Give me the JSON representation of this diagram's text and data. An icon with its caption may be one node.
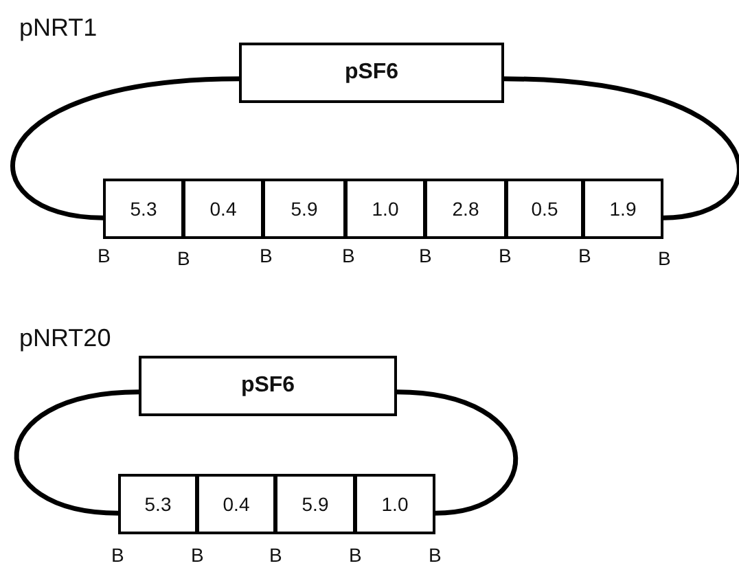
{
  "diagram": {
    "nodes": [
      {
        "text": [
          "pSF6"
        ]
      },
      {
        "text": [
          "5.3"
        ]
      },
      {
        "text": [
          "0.4"
        ]
      },
      {
        "text": [
          "5.9"
        ]
      },
      {
        "text": [
          "1.0"
        ]
      },
      {
        "text": [
          "2.8"
        ]
      },
      {
        "text": [
          "0.5"
        ]
      },
      {
        "text": [
          "1.9"
        ]
      },
      {
        "text": [
          "pSF6"
        ]
      },
      {
        "text": [
          "5.3"
        ]
      },
      {
        "text": [
          "0.4"
        ]
      },
      {
        "text": [
          "5.9"
        ]
      },
      {
        "text": [
          "1.0"
        ]
      }
    ],
    "edges": [
      {
        "from": 0,
        "to": 1,
        "arrow": "none"
      },
      {
        "from": 0,
        "to": 7,
        "arrow": "none"
      },
      {
        "from": 8,
        "to": 9,
        "arrow": "none"
      },
      {
        "from": 8,
        "to": 12,
        "arrow": "none"
      }
    ],
    "labels": [
      "pNRT1",
      "B",
      "B",
      "B",
      "B",
      "B",
      "B",
      "B",
      "B",
      "pNRT20",
      "B",
      "B",
      "B",
      "B",
      "B"
    ]
  }
}
